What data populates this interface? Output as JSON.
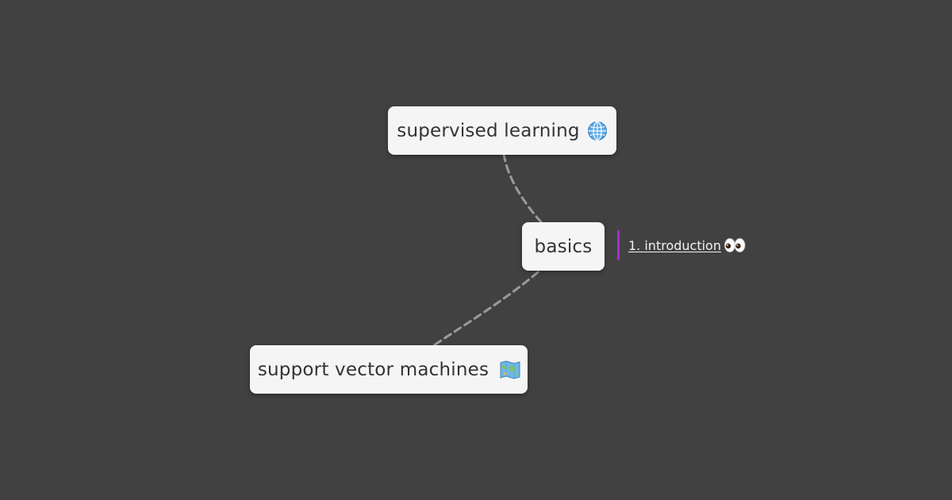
{
  "diagram": {
    "nodes": {
      "supervised": {
        "label": "supervised learning",
        "icon": "globe-icon"
      },
      "basics": {
        "label": "basics"
      },
      "svm": {
        "label": "support vector machines",
        "icon": "world-map-icon"
      }
    },
    "edges": [
      {
        "from": "supervised",
        "to": "basics",
        "style": "dashed"
      },
      {
        "from": "basics",
        "to": "svm",
        "style": "dashed"
      }
    ],
    "links": [
      {
        "label": "1. introduction",
        "icon": "eyes-icon",
        "accent": "#a12fd3"
      }
    ]
  },
  "colors": {
    "background": "#414141",
    "node": "#f5f5f5",
    "edge": "#9a9a9a",
    "accent": "#a12fd3"
  }
}
